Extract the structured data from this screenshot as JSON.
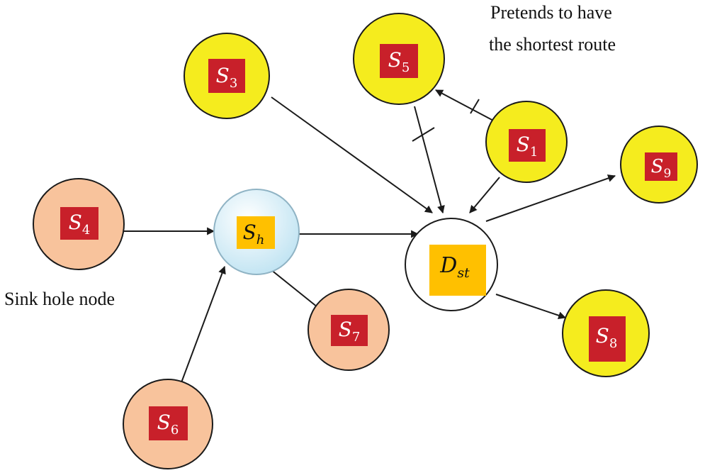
{
  "annotations": {
    "pretends_line1": "Pretends to have",
    "pretends_line2": "the shortest route",
    "sinkhole": "Sink hole node"
  },
  "nodes": {
    "s1": {
      "base": "S",
      "sub": "1"
    },
    "s3": {
      "base": "S",
      "sub": "3"
    },
    "s4": {
      "base": "S",
      "sub": "4"
    },
    "s5": {
      "base": "S",
      "sub": "5"
    },
    "s6": {
      "base": "S",
      "sub": "6"
    },
    "s7": {
      "base": "S",
      "sub": "7"
    },
    "s8": {
      "base": "S",
      "sub": "8"
    },
    "s9": {
      "base": "S",
      "sub": "9"
    },
    "sh": {
      "base": "S",
      "sub": "h"
    },
    "dst": {
      "base": "D",
      "sub": "st"
    }
  },
  "colors": {
    "yellow_node": "#f5ec1e",
    "salmon_node": "#f8c39c",
    "sinkhole_fill": "#d6eef8",
    "label_red": "#c8202a",
    "label_orange": "#ffc000",
    "edge": "#1a1a1a"
  }
}
